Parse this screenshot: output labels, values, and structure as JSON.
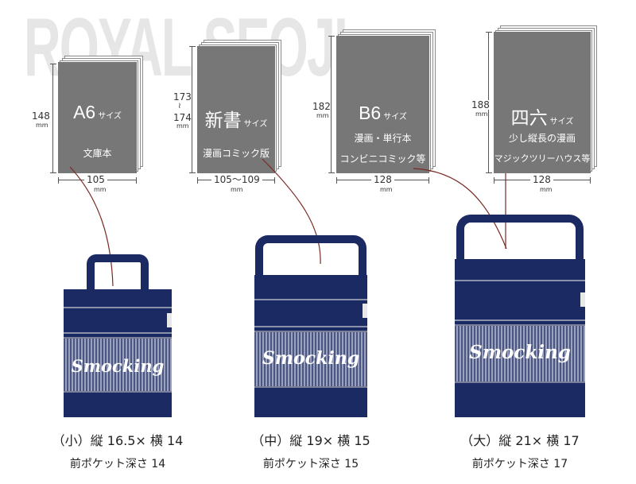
{
  "watermark": "ROYAL SEOJI",
  "books": [
    {
      "name": "A6",
      "suffix": "サイズ",
      "lines": [
        "文庫本"
      ],
      "height": "148",
      "width": "105",
      "unit": "mm"
    },
    {
      "name": "新書",
      "suffix": "サイズ",
      "lines": [
        "漫画コミック版"
      ],
      "height": "173〜174",
      "height_top": "173",
      "height_bottom": "174",
      "width": "105〜109",
      "unit": "mm"
    },
    {
      "name": "B6",
      "suffix": "サイズ",
      "lines": [
        "漫画・単行本",
        "コンビニコミック等"
      ],
      "height": "182",
      "width": "128",
      "unit": "mm"
    },
    {
      "name": "四六",
      "suffix": "サイズ",
      "lines": [
        "少し縦長の漫画",
        "マジックツリーハウス等"
      ],
      "height": "188",
      "width": "128",
      "unit": "mm"
    }
  ],
  "bags": [
    {
      "script": "Smocking",
      "caption": "（小）縦 16.5× 横 14",
      "pocket": "前ポケット深さ 14"
    },
    {
      "script": "Smocking",
      "caption": "（中）縦 19× 横 15",
      "pocket": "前ポケット深さ 15"
    },
    {
      "script": "Smocking",
      "caption": "（大）縦 21× 横 17",
      "pocket": "前ポケット深さ 17"
    }
  ],
  "colors": {
    "navy": "#1b2a63",
    "book_gray": "#777777",
    "connector": "#7a2a22"
  }
}
